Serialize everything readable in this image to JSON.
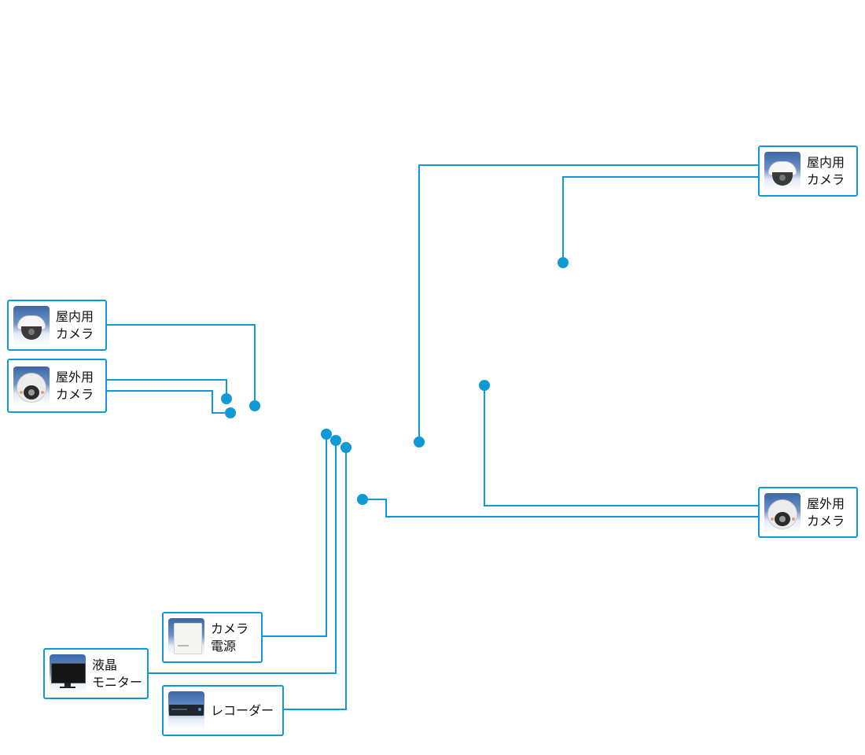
{
  "colors": {
    "wire": "#0f9ad6",
    "dot": "#0f9ad6",
    "border": "#0f9ad6"
  },
  "devices": {
    "indoor_camera_left": {
      "icon": "dome-camera-icon",
      "line1": "屋内用",
      "line2": "カメラ"
    },
    "outdoor_camera_left": {
      "icon": "outdoor-camera-icon",
      "line1": "屋外用",
      "line2": "カメラ"
    },
    "indoor_camera_right": {
      "icon": "dome-camera-icon",
      "line1": "屋内用",
      "line2": "カメラ"
    },
    "outdoor_camera_right": {
      "icon": "outdoor-camera-icon",
      "line1": "屋外用",
      "line2": "カメラ"
    },
    "camera_power": {
      "icon": "power-supply-icon",
      "line1": "カメラ",
      "line2": "電源"
    },
    "lcd_monitor": {
      "icon": "monitor-icon",
      "line1": "液晶",
      "line2": "モニター"
    },
    "recorder": {
      "icon": "recorder-icon",
      "line1": "レコーダー"
    }
  }
}
